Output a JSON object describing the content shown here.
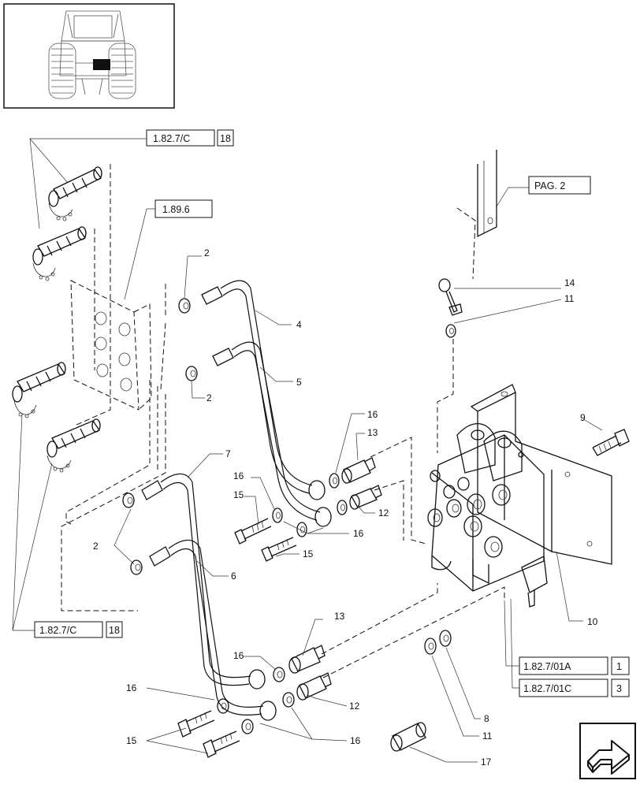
{
  "references": {
    "ref_top": {
      "code": "1.82.7/C",
      "page": "18"
    },
    "ref_plate": {
      "code": "1.89.6"
    },
    "ref_pag": {
      "code": "PAG. 2"
    },
    "ref_bottom_left": {
      "code": "1.82.7/C",
      "page": "18"
    },
    "ref_a": {
      "code": "1.82.7/01A",
      "page": "1"
    },
    "ref_c": {
      "code": "1.82.7/01C",
      "page": "3"
    }
  },
  "callouts": {
    "c2a": "2",
    "c2b": "2",
    "c2c": "2",
    "c4": "4",
    "c5": "5",
    "c6": "6",
    "c7": "7",
    "c8": "8",
    "c9": "9",
    "c10": "10",
    "c11a": "11",
    "c11b": "11",
    "c12a": "12",
    "c12b": "12",
    "c13a": "13",
    "c13b": "13",
    "c14": "14",
    "c15a": "15",
    "c15b": "15",
    "c15c": "15",
    "c16a": "16",
    "c16b": "16",
    "c16c": "16",
    "c16d": "16",
    "c16e": "16",
    "c16f": "16",
    "c17": "17"
  },
  "icons": {
    "thumbnail": "tractor-rear-thumbnail",
    "nav": "next-page-arrow-icon"
  }
}
